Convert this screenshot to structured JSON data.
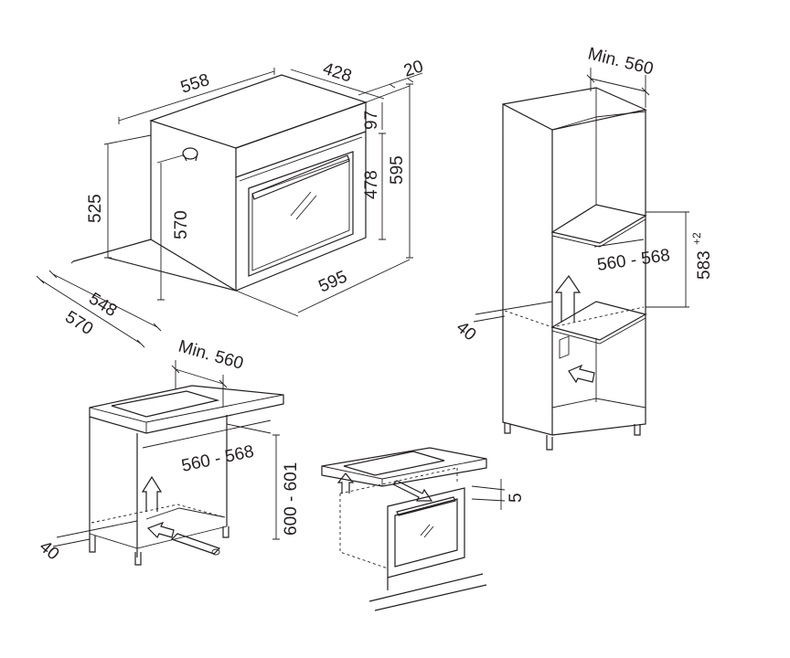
{
  "dimensions": {
    "oven_width_top": "558",
    "oven_depth_top": "428",
    "oven_panel": "20",
    "control_height": "97",
    "door_height": "478",
    "front_height": "595",
    "body_height": "525",
    "inner_height": "570",
    "base_width": "595",
    "base_depth": "548",
    "base_depth_total": "570"
  },
  "tall_unit": {
    "min_width": "Min. 560",
    "opening_width": "560 - 568",
    "opening_height": "583",
    "opening_height_tol": "+2",
    "gap": "40"
  },
  "under_counter": {
    "min_width": "Min. 560",
    "opening_width": "560 - 568",
    "opening_height": "600 - 601",
    "gap": "40"
  },
  "hob_detail": {
    "gap": "5"
  }
}
